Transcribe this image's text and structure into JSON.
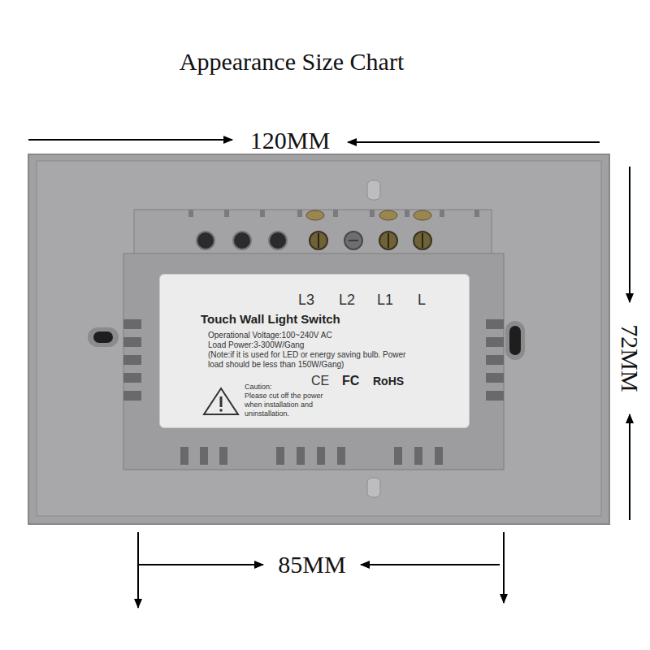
{
  "diagram": {
    "title": "Appearance Size Chart",
    "nodes": [
      {
        "text": [
          "L3",
          "L2",
          "L1",
          "L",
          "Touch Wall Light Switch",
          "Operational Voltage:100~240V AC",
          "Load Power:3-300W/Gang",
          "(Note:if it is used for LED or energy saving bulb. Power load should be less than 150W/Gang)",
          "Caution:",
          "Please cut off the power when installation and uninstallation.",
          "CE",
          "FC",
          "RoHS"
        ]
      }
    ],
    "labels": [
      "120MM",
      "72MM",
      "85MM"
    ]
  }
}
